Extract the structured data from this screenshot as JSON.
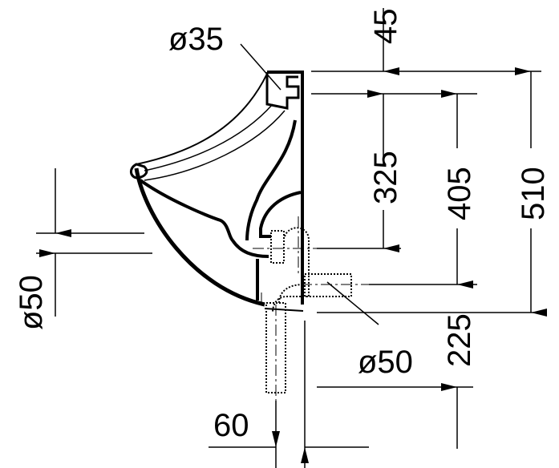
{
  "diagram": {
    "subject": "Wall-hung urinal side-view dimension drawing",
    "colors": {
      "line": "#000000",
      "background": "#ffffff"
    },
    "dimensions": {
      "inlet_diameter": "ø35",
      "top_offset": "45",
      "inlet_to_outlet": "325",
      "top_to_outlet": "405",
      "total_height": "510",
      "outlet_to_floor_ref": "225",
      "outlet_diameter_side": "ø50",
      "outlet_diameter_rear": "ø50",
      "wall_offset": "60"
    }
  }
}
